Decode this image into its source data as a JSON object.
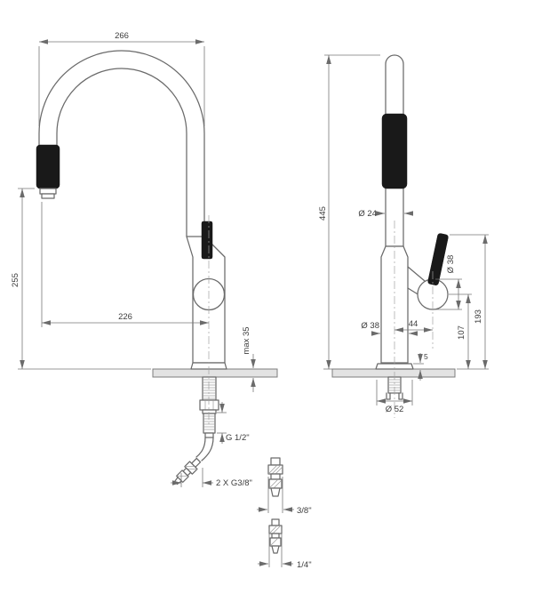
{
  "front": {
    "dim_width": "266",
    "dim_spout_height": "255",
    "dim_reach": "226",
    "dim_max_counter_thickness": "max 35",
    "label_inlet_thread": "G 1/2\"",
    "label_supply_hoses": "2 X G3/8\""
  },
  "side": {
    "dim_total_height": "445",
    "dim_spout_diameter": "Ø 24",
    "dim_cartridge_diameter": "Ø 38",
    "dim_handle_height": "193",
    "dim_valve_center_height": "107",
    "dim_handle_offset": "44",
    "dim_body_diameter": "Ø 38",
    "dim_base_diameter": "Ø 52",
    "dim_base_plate_height": "5"
  },
  "fittings": {
    "label_connector_a": "3/8\"",
    "label_connector_b": "1/4\""
  }
}
